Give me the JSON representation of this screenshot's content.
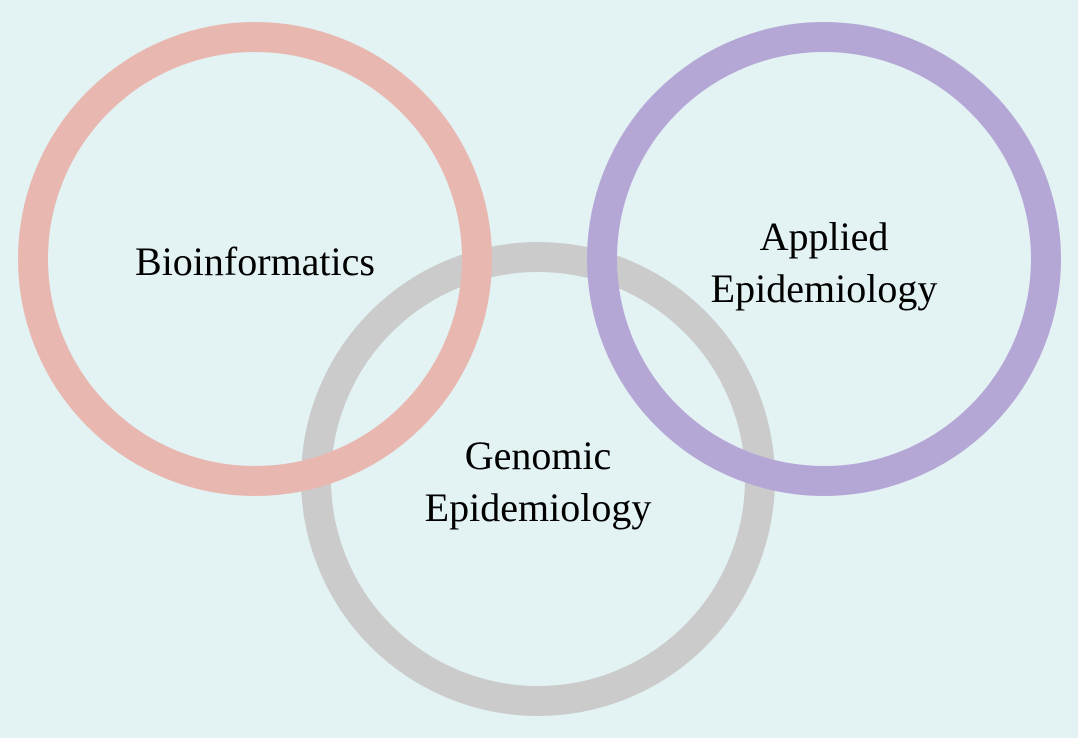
{
  "background_color": "#e3f2f3",
  "circles": [
    {
      "id": "bioinformatics",
      "lines": [
        "Bioinformatics"
      ],
      "color": "#e8b8b0"
    },
    {
      "id": "genomic-epidemiology",
      "lines": [
        "Genomic",
        "Epidemiology"
      ],
      "color": "#cbcbcb"
    },
    {
      "id": "applied-epidemiology",
      "lines": [
        "Applied",
        "Epidemiology"
      ],
      "color": "#b4a7d6"
    }
  ]
}
